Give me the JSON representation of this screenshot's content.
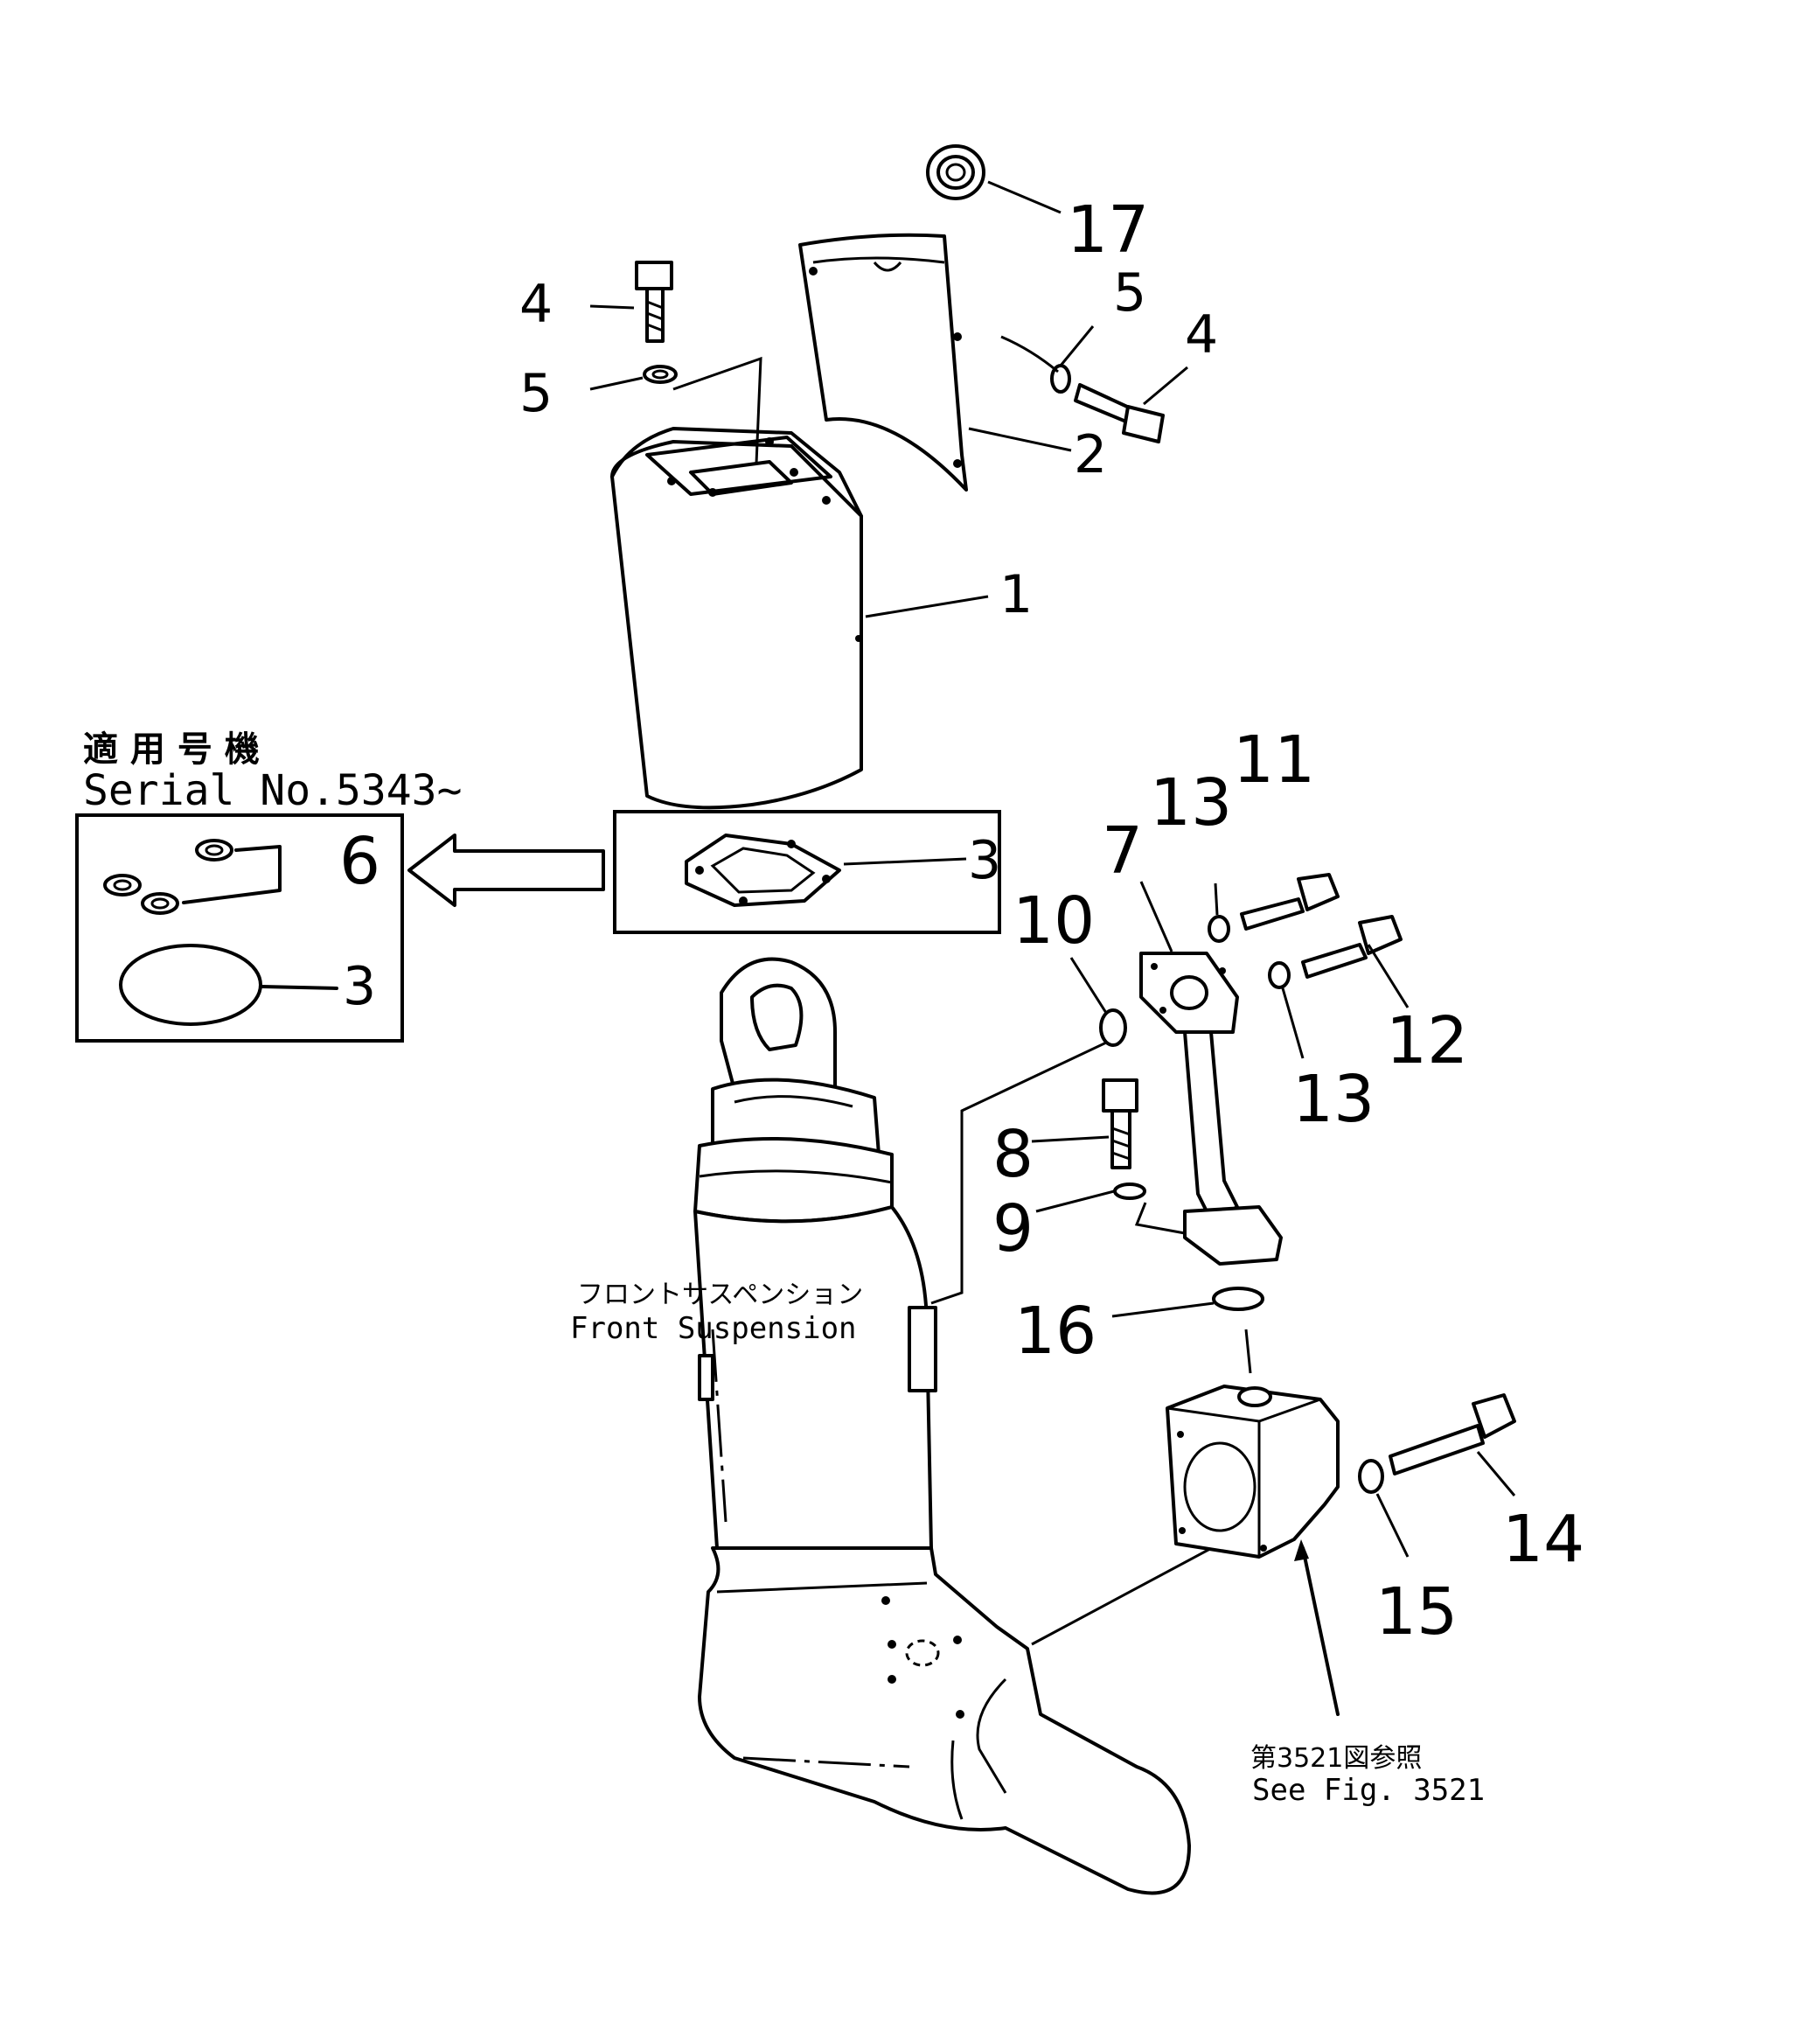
{
  "callouts": {
    "c1": "1",
    "c2": "2",
    "c3_gasket": "3",
    "c3_ring": "3",
    "c4_left": "4",
    "c4_right": "4",
    "c5_left": "5",
    "c5_right": "5",
    "c6": "6",
    "c7": "7",
    "c8": "8",
    "c9": "9",
    "c10": "10",
    "c11": "11",
    "c12": "12",
    "c13_top": "13",
    "c13_bottom": "13",
    "c14": "14",
    "c15": "15",
    "c16": "16",
    "c17": "17"
  },
  "serial_note": {
    "japanese": "適 用 号 機",
    "english": "Serial No.5343~"
  },
  "front_suspension": {
    "japanese": "フロントサスペンション",
    "english": "Front  Suspension"
  },
  "see_figure": {
    "japanese": "第3521図参照",
    "english": "See  Fig.  3521"
  }
}
